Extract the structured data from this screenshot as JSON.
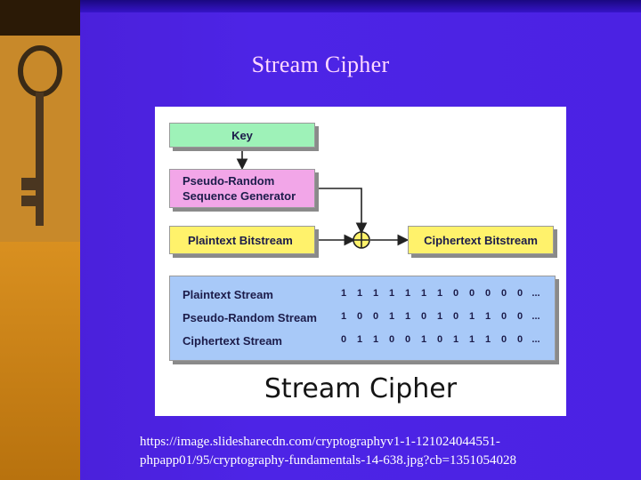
{
  "slide": {
    "title": "Stream Cipher",
    "caption_url_line1": "https://image.slidesharecdn.com/cryptographyv1-1-121024044551-",
    "caption_url_line2": "phpapp01/95/cryptography-fundamentals-14-638.jpg?cb=1351054028"
  },
  "diagram": {
    "key_label": "Key",
    "prng_label_line1": "Pseudo-Random",
    "prng_label_line2": "Sequence Generator",
    "plaintext_label": "Plaintext Bitstream",
    "ciphertext_label": "Ciphertext Bitstream",
    "xor_symbol": "⊕",
    "table": [
      {
        "label": "Plaintext Stream",
        "bits": [
          "1",
          "1",
          "1",
          "1",
          "1",
          "1",
          "1",
          "0",
          "0",
          "0",
          "0",
          "0",
          "..."
        ]
      },
      {
        "label": "Pseudo-Random Stream",
        "bits": [
          "1",
          "0",
          "0",
          "1",
          "1",
          "0",
          "1",
          "0",
          "1",
          "1",
          "0",
          "0",
          "..."
        ]
      },
      {
        "label": "Ciphertext Stream",
        "bits": [
          "0",
          "1",
          "1",
          "0",
          "0",
          "1",
          "0",
          "1",
          "1",
          "1",
          "0",
          "0",
          "..."
        ]
      }
    ],
    "big_title": "Stream Cipher"
  },
  "colors": {
    "background": "#4b22e3",
    "title_color": "#ffd8ff",
    "key_box": "#9ef2b8",
    "prng_box": "#f2a6e8",
    "bitstream_box": "#fff26b",
    "table_box": "#a8c9f8"
  }
}
